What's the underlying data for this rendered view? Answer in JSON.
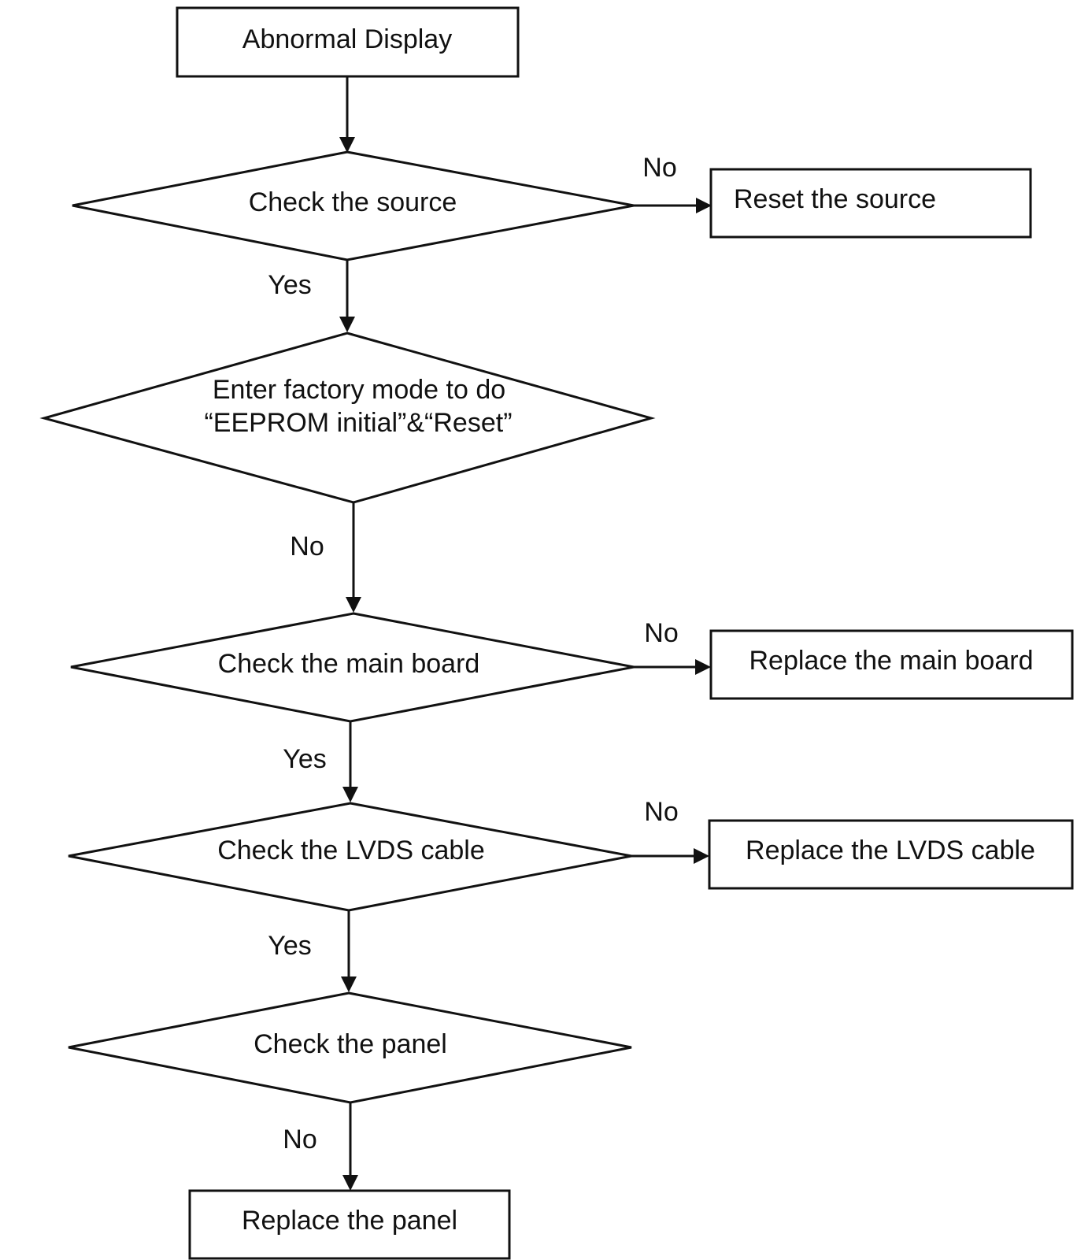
{
  "colors": {
    "stroke": "#111111",
    "background": "#ffffff"
  },
  "nodes": {
    "start": "Abnormal Display",
    "decision_source": "Check the source",
    "action_reset_source": "Reset the source",
    "step_factory_line1": "Enter factory mode to do",
    "step_factory_line2": "“EEPROM initial”&“Reset”",
    "decision_main_board": "Check the main board",
    "action_replace_main_board": "Replace the main board",
    "decision_lvds": "Check the LVDS cable",
    "action_replace_lvds": "Replace the LVDS cable",
    "decision_panel": "Check the panel",
    "action_replace_panel": "Replace the panel"
  },
  "edges": {
    "source_no": "No",
    "source_yes": "Yes",
    "factory_no": "No",
    "main_board_no": "No",
    "main_board_yes": "Yes",
    "lvds_no": "No",
    "lvds_yes": "Yes",
    "panel_no": "No"
  }
}
